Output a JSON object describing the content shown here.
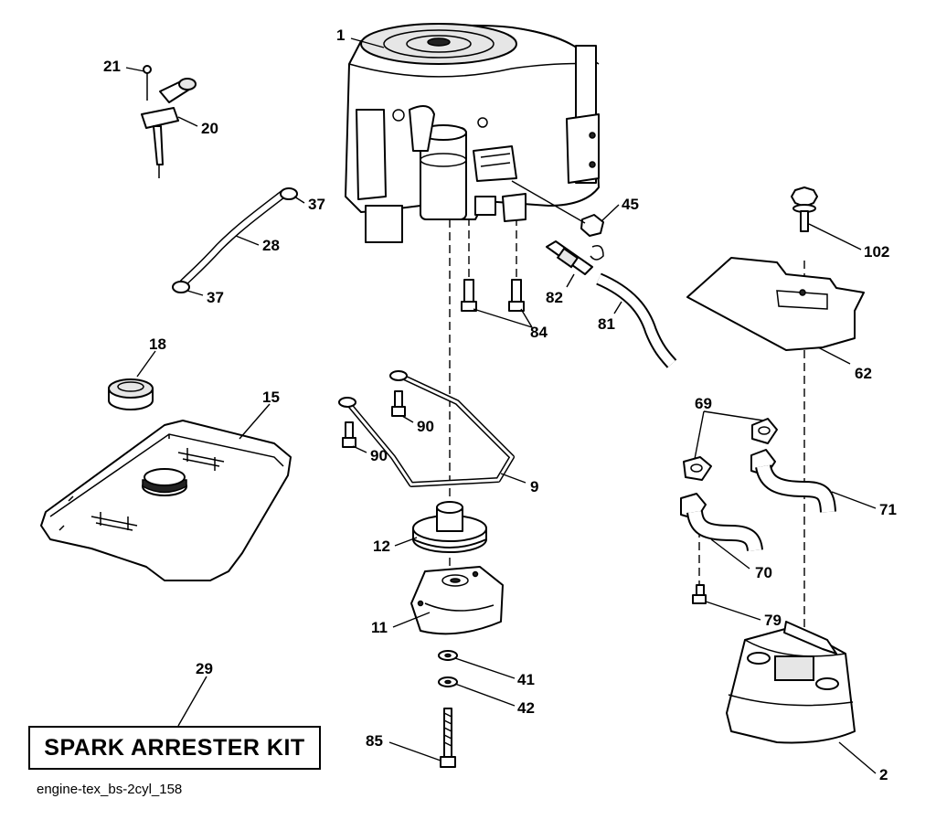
{
  "labels": {
    "p1": "1",
    "p2": "2",
    "p9": "9",
    "p11": "11",
    "p12": "12",
    "p15": "15",
    "p18": "18",
    "p20": "20",
    "p21": "21",
    "p28": "28",
    "p29": "29",
    "p37a": "37",
    "p37b": "37",
    "p41": "41",
    "p42": "42",
    "p45": "45",
    "p62": "62",
    "p69": "69",
    "p70": "70",
    "p71": "71",
    "p79": "79",
    "p81": "81",
    "p82": "82",
    "p84": "84",
    "p85": "85",
    "p90a": "90",
    "p90b": "90",
    "p102": "102"
  },
  "kit_box": {
    "text": "SPARK ARRESTER KIT"
  },
  "caption": "engine-tex_bs-2cyl_158"
}
